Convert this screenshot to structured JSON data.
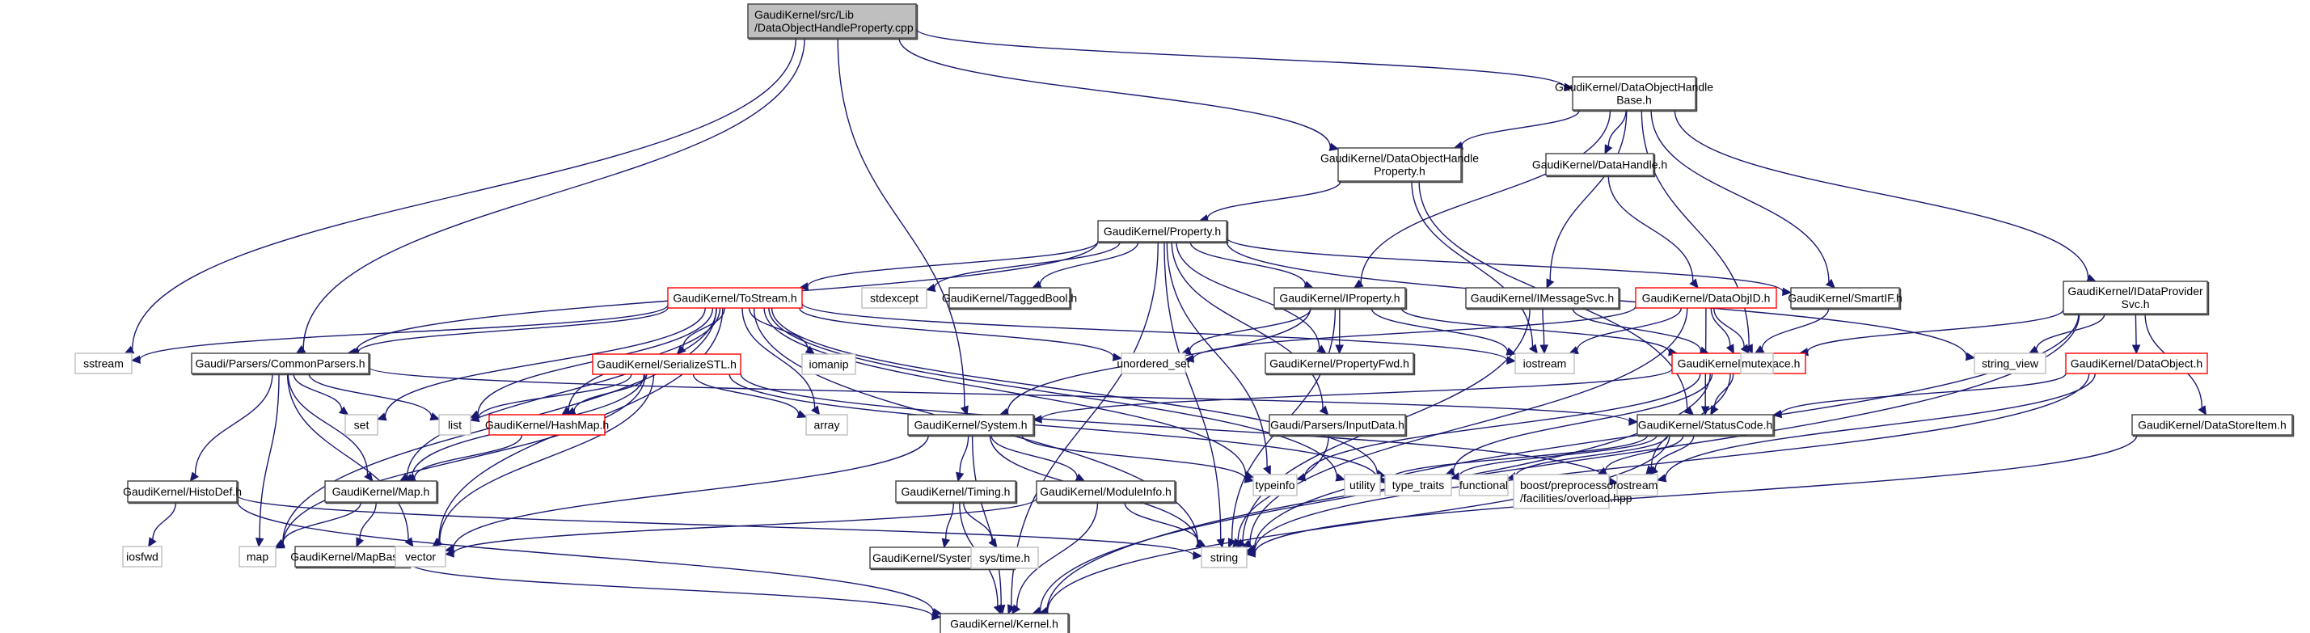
{
  "title": "GaudiKernel/src/Lib/DataObjectHandleProperty.cpp include dependency graph",
  "colors": {
    "root_fill": "#bfbfbf",
    "root_stroke": "#404040",
    "documented_stroke": "#404040",
    "truncated_stroke": "#ff0000",
    "system_stroke": "#bfbfbf",
    "edge": "#191970"
  },
  "nodes": [
    {
      "id": "root",
      "lines": [
        "GaudiKernel/src/Lib",
        "/DataObjectHandleProperty.cpp"
      ],
      "kind": "root"
    },
    {
      "id": "dohbase",
      "lines": [
        "GaudiKernel/DataObjectHandle",
        "Base.h"
      ],
      "kind": "documented"
    },
    {
      "id": "dohprop",
      "lines": [
        "GaudiKernel/DataObjectHandle",
        "Property.h"
      ],
      "kind": "documented"
    },
    {
      "id": "datahandle",
      "lines": [
        "GaudiKernel/DataHandle.h"
      ],
      "kind": "documented"
    },
    {
      "id": "property",
      "lines": [
        "GaudiKernel/Property.h"
      ],
      "kind": "documented"
    },
    {
      "id": "tostream",
      "lines": [
        "GaudiKernel/ToStream.h"
      ],
      "kind": "truncated"
    },
    {
      "id": "stdexcept",
      "lines": [
        "stdexcept"
      ],
      "kind": "system"
    },
    {
      "id": "taggedbool",
      "lines": [
        "GaudiKernel/TaggedBool.h"
      ],
      "kind": "documented"
    },
    {
      "id": "iproperty",
      "lines": [
        "GaudiKernel/IProperty.h"
      ],
      "kind": "documented"
    },
    {
      "id": "imessagesvc",
      "lines": [
        "GaudiKernel/IMessageSvc.h"
      ],
      "kind": "documented"
    },
    {
      "id": "dataobjid",
      "lines": [
        "GaudiKernel/DataObjID.h"
      ],
      "kind": "truncated"
    },
    {
      "id": "smartif",
      "lines": [
        "GaudiKernel/SmartIF.h"
      ],
      "kind": "documented"
    },
    {
      "id": "idataprovider",
      "lines": [
        "GaudiKernel/IDataProvider",
        "Svc.h"
      ],
      "kind": "documented"
    },
    {
      "id": "sstream",
      "lines": [
        "sstream"
      ],
      "kind": "system"
    },
    {
      "id": "commonparsers",
      "lines": [
        "Gaudi/Parsers/CommonParsers.h"
      ],
      "kind": "documented"
    },
    {
      "id": "serializestl",
      "lines": [
        "GaudiKernel/SerializeSTL.h"
      ],
      "kind": "truncated"
    },
    {
      "id": "iomanip",
      "lines": [
        "iomanip"
      ],
      "kind": "system"
    },
    {
      "id": "unordered_set",
      "lines": [
        "unordered_set"
      ],
      "kind": "system"
    },
    {
      "id": "propertyfwd",
      "lines": [
        "GaudiKernel/PropertyFwd.h"
      ],
      "kind": "documented"
    },
    {
      "id": "iostream",
      "lines": [
        "iostream"
      ],
      "kind": "system"
    },
    {
      "id": "iinterface",
      "lines": [
        "GaudiKernel/IInterface.h"
      ],
      "kind": "truncated"
    },
    {
      "id": "mutex",
      "lines": [
        "mutex"
      ],
      "kind": "system"
    },
    {
      "id": "string_view",
      "lines": [
        "string_view"
      ],
      "kind": "system"
    },
    {
      "id": "dataobject",
      "lines": [
        "GaudiKernel/DataObject.h"
      ],
      "kind": "truncated"
    },
    {
      "id": "set",
      "lines": [
        "set"
      ],
      "kind": "system"
    },
    {
      "id": "list",
      "lines": [
        "list"
      ],
      "kind": "system"
    },
    {
      "id": "hashmap",
      "lines": [
        "GaudiKernel/HashMap.h"
      ],
      "kind": "truncated"
    },
    {
      "id": "array",
      "lines": [
        "array"
      ],
      "kind": "system"
    },
    {
      "id": "system",
      "lines": [
        "GaudiKernel/System.h"
      ],
      "kind": "documented"
    },
    {
      "id": "inputdata",
      "lines": [
        "Gaudi/Parsers/InputData.h"
      ],
      "kind": "documented"
    },
    {
      "id": "statuscode",
      "lines": [
        "GaudiKernel/StatusCode.h"
      ],
      "kind": "documented"
    },
    {
      "id": "datastoreitem",
      "lines": [
        "GaudiKernel/DataStoreItem.h"
      ],
      "kind": "documented"
    },
    {
      "id": "histodef",
      "lines": [
        "GaudiKernel/HistoDef.h"
      ],
      "kind": "documented"
    },
    {
      "id": "maph",
      "lines": [
        "GaudiKernel/Map.h"
      ],
      "kind": "documented"
    },
    {
      "id": "timing",
      "lines": [
        "GaudiKernel/Timing.h"
      ],
      "kind": "documented"
    },
    {
      "id": "moduleinfo",
      "lines": [
        "GaudiKernel/ModuleInfo.h"
      ],
      "kind": "documented"
    },
    {
      "id": "typeinfo",
      "lines": [
        "typeinfo"
      ],
      "kind": "system"
    },
    {
      "id": "utility",
      "lines": [
        "utility"
      ],
      "kind": "system"
    },
    {
      "id": "type_traits",
      "lines": [
        "type_traits"
      ],
      "kind": "system"
    },
    {
      "id": "functional",
      "lines": [
        "functional"
      ],
      "kind": "system"
    },
    {
      "id": "boostoverload",
      "lines": [
        "boost/preprocessor",
        "/facilities/overload.hpp"
      ],
      "kind": "system"
    },
    {
      "id": "ostream",
      "lines": [
        "ostream"
      ],
      "kind": "system"
    },
    {
      "id": "iosfwd",
      "lines": [
        "iosfwd"
      ],
      "kind": "system"
    },
    {
      "id": "map",
      "lines": [
        "map"
      ],
      "kind": "system"
    },
    {
      "id": "mapbase",
      "lines": [
        "GaudiKernel/MapBase.h"
      ],
      "kind": "documented"
    },
    {
      "id": "vector",
      "lines": [
        "vector"
      ],
      "kind": "system"
    },
    {
      "id": "systembase",
      "lines": [
        "GaudiKernel/SystemBase.h"
      ],
      "kind": "documented"
    },
    {
      "id": "systime",
      "lines": [
        "sys/time.h"
      ],
      "kind": "system"
    },
    {
      "id": "string",
      "lines": [
        "string"
      ],
      "kind": "system"
    },
    {
      "id": "kernel",
      "lines": [
        "GaudiKernel/Kernel.h"
      ],
      "kind": "documented"
    }
  ],
  "edges": [
    [
      "root",
      "sstream"
    ],
    [
      "root",
      "commonparsers"
    ],
    [
      "root",
      "system"
    ],
    [
      "root",
      "dohprop"
    ],
    [
      "root",
      "dohbase"
    ],
    [
      "dohbase",
      "dohprop"
    ],
    [
      "dohbase",
      "datahandle"
    ],
    [
      "dohbase",
      "iproperty"
    ],
    [
      "dohbase",
      "imessagesvc"
    ],
    [
      "dohbase",
      "smartif"
    ],
    [
      "dohbase",
      "mutex"
    ],
    [
      "dohbase",
      "idataprovider"
    ],
    [
      "dohprop",
      "property"
    ],
    [
      "dohprop",
      "iostream"
    ],
    [
      "dohprop",
      "statuscode"
    ],
    [
      "datahandle",
      "dataobjid"
    ],
    [
      "property",
      "tostream"
    ],
    [
      "property",
      "stdexcept"
    ],
    [
      "property",
      "taggedbool"
    ],
    [
      "property",
      "iproperty"
    ],
    [
      "property",
      "propertyfwd"
    ],
    [
      "property",
      "smartif"
    ],
    [
      "property",
      "commonparsers"
    ],
    [
      "property",
      "inputdata"
    ],
    [
      "property",
      "string_view"
    ],
    [
      "property",
      "kernel"
    ],
    [
      "property",
      "string"
    ],
    [
      "property",
      "typeinfo"
    ],
    [
      "tostream",
      "sstream"
    ],
    [
      "tostream",
      "commonparsers"
    ],
    [
      "tostream",
      "serializestl"
    ],
    [
      "tostream",
      "iomanip"
    ],
    [
      "tostream",
      "hashmap"
    ],
    [
      "tostream",
      "maph"
    ],
    [
      "tostream",
      "set"
    ],
    [
      "tostream",
      "list"
    ],
    [
      "tostream",
      "array"
    ],
    [
      "tostream",
      "map"
    ],
    [
      "tostream",
      "vector"
    ],
    [
      "tostream",
      "unordered_set"
    ],
    [
      "tostream",
      "iostream"
    ],
    [
      "tostream",
      "type_traits"
    ],
    [
      "tostream",
      "utility"
    ],
    [
      "tostream",
      "string"
    ],
    [
      "tostream",
      "typeinfo"
    ],
    [
      "iproperty",
      "propertyfwd"
    ],
    [
      "iproperty",
      "iinterface"
    ],
    [
      "iproperty",
      "iostream"
    ],
    [
      "iproperty",
      "string"
    ],
    [
      "iproperty",
      "system"
    ],
    [
      "iproperty",
      "unordered_set"
    ],
    [
      "imessagesvc",
      "iostream"
    ],
    [
      "imessagesvc",
      "iinterface"
    ],
    [
      "imessagesvc",
      "string"
    ],
    [
      "dataobjid",
      "iostream"
    ],
    [
      "dataobjid",
      "iinterface"
    ],
    [
      "dataobjid",
      "mutex"
    ],
    [
      "dataobjid",
      "unordered_set"
    ],
    [
      "dataobjid",
      "string"
    ],
    [
      "dataobjid",
      "statuscode"
    ],
    [
      "smartif",
      "iinterface"
    ],
    [
      "idataprovider",
      "iinterface"
    ],
    [
      "idataprovider",
      "string_view"
    ],
    [
      "idataprovider",
      "dataobject"
    ],
    [
      "idataprovider",
      "datastoreitem"
    ],
    [
      "idataprovider",
      "string"
    ],
    [
      "idataprovider",
      "kernel"
    ],
    [
      "commonparsers",
      "set"
    ],
    [
      "commonparsers",
      "list"
    ],
    [
      "commonparsers",
      "maph"
    ],
    [
      "commonparsers",
      "map"
    ],
    [
      "commonparsers",
      "vector"
    ],
    [
      "commonparsers",
      "histodef"
    ],
    [
      "commonparsers",
      "statuscode"
    ],
    [
      "serializestl",
      "list"
    ],
    [
      "serializestl",
      "hashmap"
    ],
    [
      "serializestl",
      "array"
    ],
    [
      "serializestl",
      "maph"
    ],
    [
      "serializestl",
      "map"
    ],
    [
      "serializestl",
      "vector"
    ],
    [
      "serializestl",
      "ostream"
    ],
    [
      "serializestl",
      "type_traits"
    ],
    [
      "iinterface",
      "system"
    ],
    [
      "iinterface",
      "statuscode"
    ],
    [
      "iinterface",
      "typeinfo"
    ],
    [
      "iinterface",
      "type_traits"
    ],
    [
      "iinterface",
      "ostream"
    ],
    [
      "iinterface",
      "kernel"
    ],
    [
      "dataobject",
      "statuscode"
    ],
    [
      "dataobject",
      "ostream"
    ],
    [
      "dataobject",
      "string"
    ],
    [
      "hashmap",
      "maph"
    ],
    [
      "system",
      "timing"
    ],
    [
      "system",
      "moduleinfo"
    ],
    [
      "system",
      "vector"
    ],
    [
      "system",
      "kernel"
    ],
    [
      "system",
      "string"
    ],
    [
      "system",
      "typeinfo"
    ],
    [
      "inputdata",
      "string"
    ],
    [
      "statuscode",
      "utility"
    ],
    [
      "statuscode",
      "type_traits"
    ],
    [
      "statuscode",
      "functional"
    ],
    [
      "statuscode",
      "boostoverload"
    ],
    [
      "statuscode",
      "ostream"
    ],
    [
      "statuscode",
      "kernel"
    ],
    [
      "datastoreitem",
      "string"
    ],
    [
      "histodef",
      "iosfwd"
    ],
    [
      "histodef",
      "string"
    ],
    [
      "histodef",
      "kernel"
    ],
    [
      "maph",
      "map"
    ],
    [
      "maph",
      "mapbase"
    ],
    [
      "timing",
      "systembase"
    ],
    [
      "timing",
      "systime"
    ],
    [
      "timing",
      "kernel"
    ],
    [
      "moduleinfo",
      "string"
    ],
    [
      "moduleinfo",
      "vector"
    ],
    [
      "moduleinfo",
      "kernel"
    ],
    [
      "mapbase",
      "kernel"
    ]
  ]
}
